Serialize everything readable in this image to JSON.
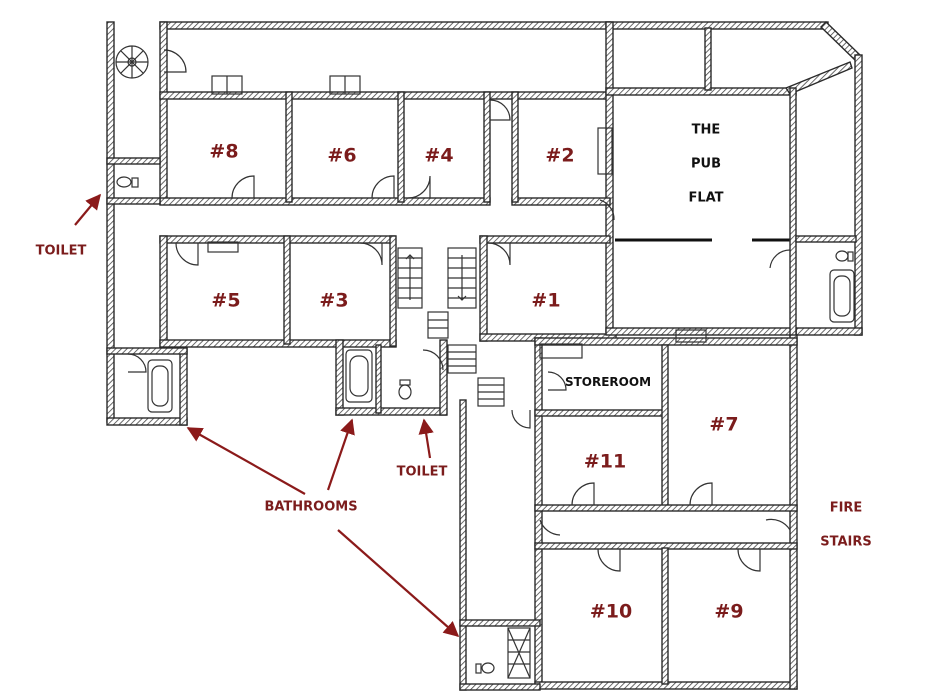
{
  "colors": {
    "label": "#7b1c1c",
    "wall_hatch": "#555555",
    "arrow": "#8b1a1a",
    "ink": "#222222"
  },
  "rooms": {
    "r8": "#8",
    "r6": "#6",
    "r4": "#4",
    "r2": "#2",
    "r5": "#5",
    "r3": "#3",
    "r1": "#1",
    "r7": "#7",
    "r11": "#11",
    "r10": "#10",
    "r9": "#9"
  },
  "pub_flat": {
    "line1": "THE",
    "line2": "PUB",
    "line3": "FLAT"
  },
  "storeroom": "STOREROOM",
  "annotations": {
    "toilet_left": "TOILET",
    "toilet_center": "TOILET",
    "bathrooms": "BATHROOMS",
    "fire_stairs_line1": "FIRE",
    "fire_stairs_line2": "STAIRS"
  },
  "icons": [
    "spiral-stair-icon",
    "stairs-icon",
    "bathtub-icon",
    "toilet-icon",
    "door-swing-icon",
    "arrow-icon"
  ]
}
